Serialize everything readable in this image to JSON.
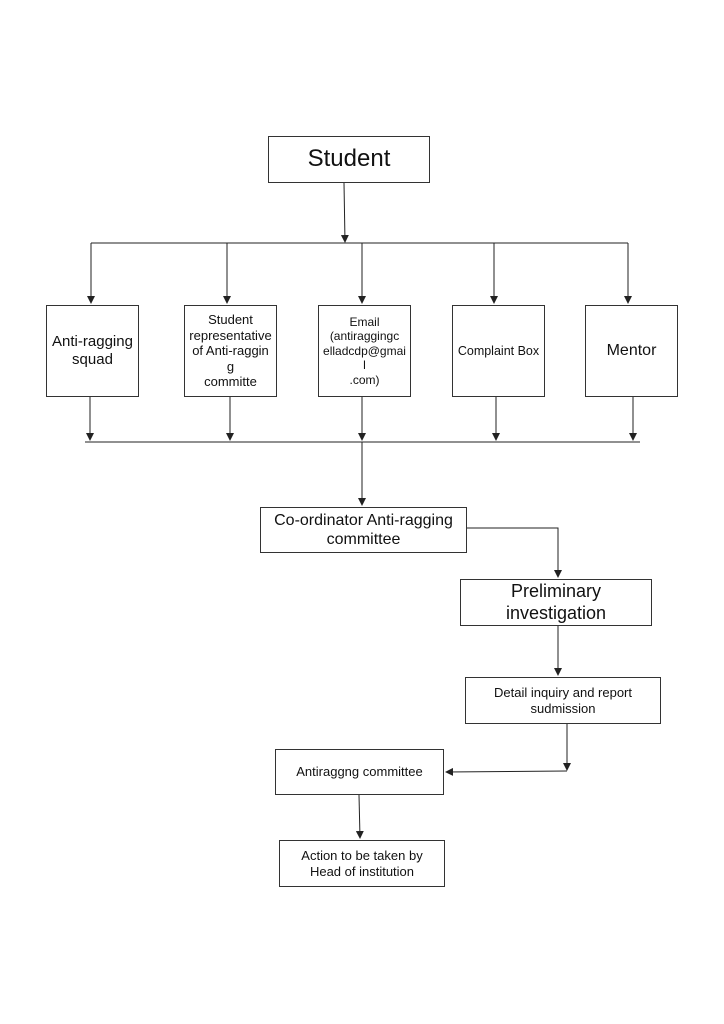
{
  "nodes": {
    "student": "Student",
    "squad": "Anti-ragging\nsquad",
    "rep": "Student\nrepresentative\nof Anti-ragging\ncommitte",
    "email": "Email\n(antiraggingc\nelladcdp@gmail\n.com)",
    "box": "Complaint Box",
    "mentor": "Mentor",
    "coord": "Co-ordinator Anti-ragging\ncommittee",
    "prelim": "Preliminary\ninvestigation",
    "detail": "Detail inquiry and report\nsudmission",
    "anti": "Antiraggng committee",
    "action": "Action to be taken by\nHead of institution"
  },
  "colors": {
    "line": "#222222",
    "border": "#333333"
  }
}
